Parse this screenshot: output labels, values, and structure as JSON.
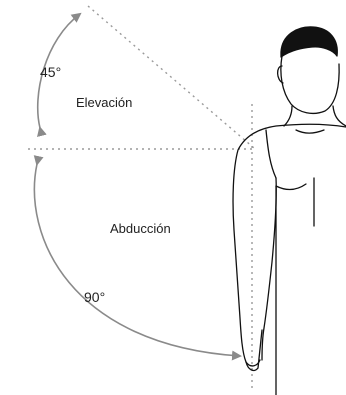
{
  "labels": {
    "elevation_angle": "45°",
    "elevation": "Elevación",
    "abduction": "Abducción",
    "abduction_angle": "90°"
  },
  "colors": {
    "arrow": "#8a8a8a",
    "dotted_line": "#9a9a9a",
    "body_outline": "#111111",
    "hair": "#111111",
    "text": "#222222"
  },
  "icons": {
    "figure": "human-figure-arm-raised-outline"
  }
}
